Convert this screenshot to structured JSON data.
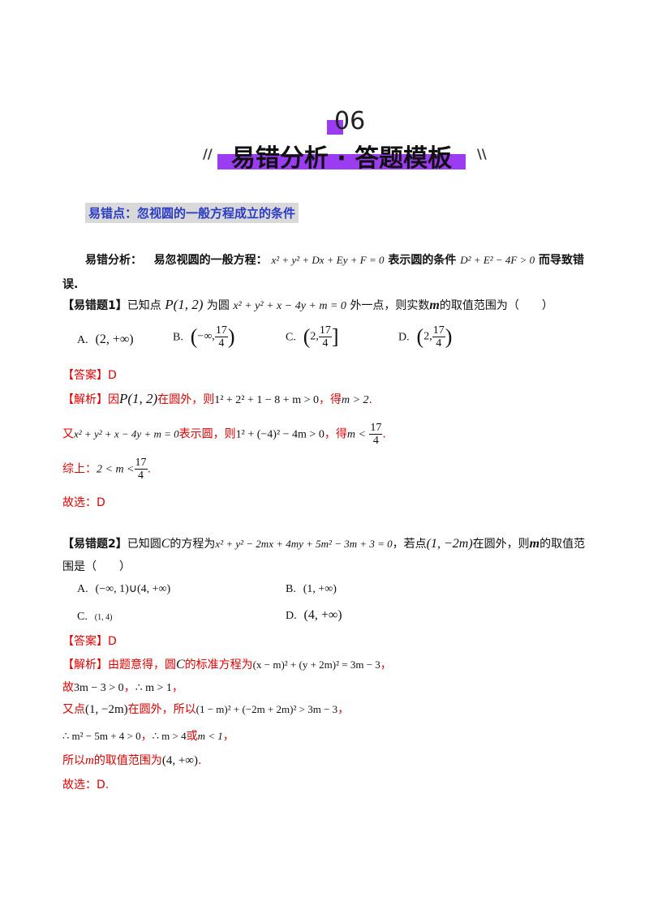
{
  "header": {
    "number": "06",
    "title": "易错分析 · 答题模板",
    "deco_left": "//",
    "deco_right": "\\\\"
  },
  "point": {
    "label": "易错点：忽视圆的一般方程成立的条件"
  },
  "analysis": {
    "label": "易错分析：",
    "text1": "易忽视圆的一般方程：",
    "formula1": "x² + y² + Dx + Ey + F = 0",
    "text2": "表示圆的条件",
    "formula2": "D² + E² − 4F > 0",
    "text3": "而导致错",
    "text4": "误."
  },
  "q1": {
    "tag": "【易错题1】",
    "t1": "已知点",
    "point": "P(1, 2)",
    "t2": "为圆",
    "circle": "x² + y² + x − 4y + m = 0",
    "t3": "外一点，则实数",
    "var": "m",
    "t4": "的取值范围为（　　）",
    "options": [
      {
        "key": "A.",
        "text": "(2, +∞)"
      },
      {
        "key": "B.",
        "pre": "−∞,",
        "num": "17",
        "den": "4"
      },
      {
        "key": "C.",
        "pre": "2,",
        "num": "17",
        "den": "4"
      },
      {
        "key": "D.",
        "pre": "2,",
        "num": "17",
        "den": "4"
      }
    ],
    "answer": "【答案】D",
    "sol_tag": "【解析】",
    "s1a": "因",
    "s1b": "P(1, 2)",
    "s1c": "在圆外，则",
    "s1d": "1² + 2² + 1 − 8 + m > 0",
    "s1e": "，得",
    "s1f": "m > 2",
    "s1g": ".",
    "s2a": "又",
    "s2b": "x² + y² + x − 4y + m = 0",
    "s2c": "表示圆，则",
    "s2d": "1² + (−4)² − 4m > 0",
    "s2e": "，得",
    "s2f": "m <",
    "s2num": "17",
    "s2den": "4",
    "s2g": ".",
    "s3a": "综上：",
    "s3b": "2 < m <",
    "s3num": "17",
    "s3den": "4",
    "s3c": ".",
    "choose": "故选：D"
  },
  "q2": {
    "tag": "【易错题2】",
    "t1": "已知圆",
    "c": "C",
    "t2": "的方程为",
    "eq": "x² + y² − 2mx + 4my + 5m² − 3m + 3 = 0",
    "t3": "，若点",
    "pt": "(1, −2m)",
    "t4": "在圆外，则",
    "var": "m",
    "t5": "的取值范",
    "t6": "围是（　　）",
    "options": [
      {
        "key": "A.",
        "text": "(−∞, 1)∪(4, +∞)"
      },
      {
        "key": "B.",
        "text": "(1, +∞)"
      },
      {
        "key": "C.",
        "text": "(1, 4)"
      },
      {
        "key": "D.",
        "text": "(4, +∞)"
      }
    ],
    "answer": "【答案】D",
    "sol_tag": "【解析】",
    "l1a": "由题意得，圆",
    "l1b": "C",
    "l1c": "的标准方程为",
    "l1d": "(x − m)² + (y + 2m)² = 3m − 3",
    "l1e": "，",
    "l2a": "故",
    "l2b": "3m − 3 > 0",
    "l2c": "，",
    "l2d": "∴ m > 1",
    "l2e": "，",
    "l3a": "又点",
    "l3b": "(1, −2m)",
    "l3c": "在圆外，所以",
    "l3d": "(1 − m)² + (−2m + 2m)² > 3m − 3",
    "l3e": "，",
    "l4a": "∴ m² − 5m + 4 > 0",
    "l4b": "，",
    "l4c": "∴ m > 4",
    "l4d": "或",
    "l4e": "m < 1",
    "l4f": "，",
    "l5a": "所以",
    "l5b": "m",
    "l5c": "的取值范围为",
    "l5d": "(4, +∞)",
    "l5e": ".",
    "choose": "故选：D."
  },
  "colors": {
    "accent": "#9b3cf2",
    "answer": "#e00000",
    "label_blue": "#2b3cc4"
  }
}
